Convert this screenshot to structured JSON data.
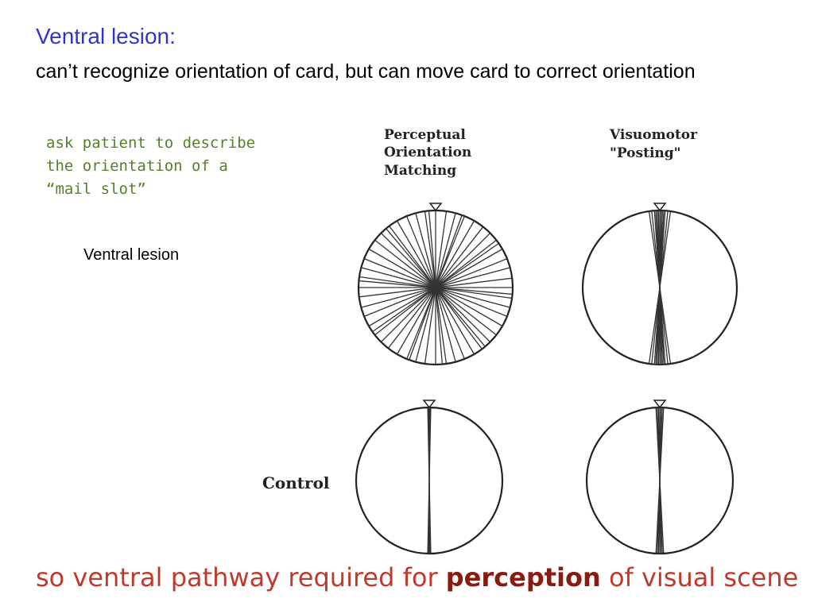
{
  "slide": {
    "title": "Ventral lesion:",
    "subtitle": "can’t recognize orientation of card, but can move card to correct orientation",
    "note": "ask patient to describe\nthe orientation of a\n“mail slot”",
    "side_label": "Ventral lesion",
    "conclusion": {
      "before": "so ventral pathway required for ",
      "emphasis": "perception",
      "after": " of visual scene"
    }
  },
  "figure": {
    "col1_heading": [
      "Perceptual",
      "Orientation",
      "Matching"
    ],
    "col2_heading": [
      "Visuomotor",
      "\"Posting\""
    ],
    "control_label": "Control",
    "panels": [
      {
        "id": "lesion-perceptual",
        "angles": [
          0,
          8,
          15,
          22,
          30,
          37,
          45,
          52,
          60,
          68,
          75,
          82,
          90,
          97,
          105,
          112,
          120,
          128,
          135,
          142,
          150,
          158,
          165,
          172,
          5,
          40,
          85,
          125,
          160
        ]
      },
      {
        "id": "lesion-visuomotor",
        "angles": [
          -4,
          -3,
          -2,
          -1,
          0,
          1,
          2,
          3,
          4,
          -6,
          6,
          -8,
          8
        ]
      },
      {
        "id": "control-perceptual",
        "angles": [
          -1.2,
          -0.6,
          0,
          0.6,
          1.2
        ]
      },
      {
        "id": "control-visuomotor",
        "angles": [
          -3,
          -2,
          -1,
          0,
          1,
          2,
          3
        ]
      }
    ]
  }
}
